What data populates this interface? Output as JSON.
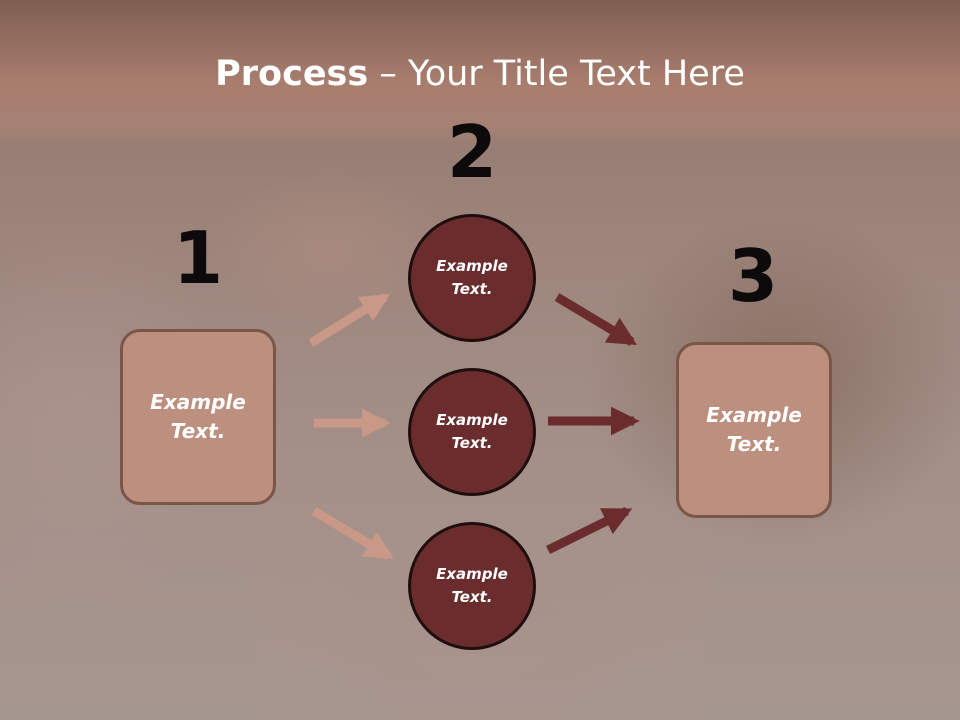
{
  "slide": {
    "title_bold": "Process",
    "title_rest": " – Your Title Text Here"
  },
  "steps": [
    {
      "number": "1",
      "text": "Example Text."
    },
    {
      "number": "2",
      "items": [
        "Example Text.",
        "Example Text.",
        "Example Text."
      ]
    },
    {
      "number": "3",
      "text": "Example Text."
    }
  ],
  "colors": {
    "light_box": "#bc8f7e",
    "box_border": "#7a5649",
    "circle_fill": "#6b2c2d",
    "light_arrow": "#c99886",
    "dark_arrow": "#6b2c2d",
    "header_band": "#a87d6e"
  }
}
